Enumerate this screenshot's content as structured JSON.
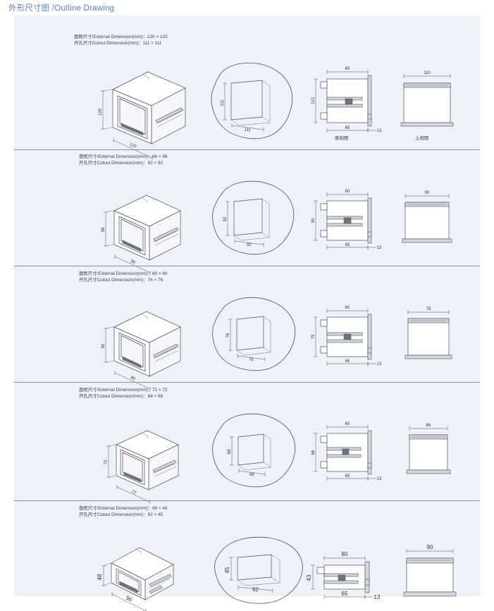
{
  "title": "外形尺寸图 /Outline Drawing",
  "colors": {
    "title": "#5b7fc4",
    "panel_bg": "#edf2f9",
    "separator": "#8a8f99",
    "line": "#4a4f57",
    "page_bg": "#ffffff"
  },
  "labels": {
    "external_prefix": "面框尺寸/External Dimension(mm)：",
    "cutout_prefix": "开孔尺寸Cutout Dimension(mm)：",
    "side_view": "侧视图",
    "top_view": "上视图"
  },
  "rows": [
    {
      "id": "row-120",
      "external": "120 × 120",
      "cutout": "111 × 111",
      "external_line": "面框尺寸/External Dimension(mm)：120 × 120",
      "cutout_line": "开孔尺寸Cutout Dimension(mm)：111 × 111",
      "iso": {
        "width_label": "120",
        "height_label": "120",
        "shape": "square"
      },
      "cutout_fig": {
        "width_label": "111",
        "height_label": "111"
      },
      "side_view": {
        "top": "60",
        "left": "110",
        "bottom": "65",
        "right": "13",
        "caption": "侧视图"
      },
      "top_view": {
        "width": "110",
        "caption": "上视图"
      }
    },
    {
      "id": "row-96",
      "external": "96 × 96",
      "cutout": "92 × 92",
      "external_line": "面框尺寸/External Dimension(mm)：96 × 96",
      "cutout_line": "开孔尺寸Cutout Dimension(mm)：92 × 92",
      "iso": {
        "width_label": "96",
        "height_label": "96",
        "shape": "square"
      },
      "cutout_fig": {
        "width_label": "92",
        "height_label": "92"
      },
      "side_view": {
        "top": "60",
        "left": "90",
        "bottom": "65",
        "right": "13",
        "caption": ""
      },
      "top_view": {
        "width": "90",
        "caption": ""
      }
    },
    {
      "id": "row-80",
      "external": "80 × 80",
      "cutout": "76 × 76",
      "external_line": "面框尺寸/External Dimension(mm)：80 × 80",
      "cutout_line": "开孔尺寸Cutout Dimension(mm)：76 × 76",
      "iso": {
        "width_label": "80",
        "height_label": "80",
        "shape": "square"
      },
      "cutout_fig": {
        "width_label": "76",
        "height_label": "76"
      },
      "side_view": {
        "top": "60",
        "left": "75",
        "bottom": "65",
        "right": "13",
        "caption": ""
      },
      "top_view": {
        "width": "75",
        "caption": ""
      }
    },
    {
      "id": "row-72",
      "external": "72 × 72",
      "cutout": "68 × 68",
      "external_line": "面框尺寸/External Dimension(mm)：72 × 72",
      "cutout_line": "开孔尺寸Cutout Dimension(mm)：68 × 68",
      "iso": {
        "width_label": "72",
        "height_label": "72",
        "shape": "square"
      },
      "cutout_fig": {
        "width_label": "68",
        "height_label": "68"
      },
      "side_view": {
        "top": "60",
        "left": "66",
        "bottom": "65",
        "right": "13",
        "caption": ""
      },
      "top_view": {
        "width": "66",
        "caption": ""
      }
    },
    {
      "id": "row-96x48",
      "external": "96 × 48",
      "cutout": "92 × 45",
      "external_line": "面框尺寸/External Dimension(mm)：96 × 48",
      "cutout_line": "开孔尺寸Cutout Dimension(mm)：92 × 45",
      "iso": {
        "width_label": "96",
        "height_label": "48",
        "shape": "wide"
      },
      "cutout_fig": {
        "width_label": "92",
        "height_label": "45"
      },
      "side_view": {
        "top": "80",
        "left": "43",
        "bottom": "65",
        "right": "13",
        "caption": ""
      },
      "top_view": {
        "width": "90",
        "caption": ""
      }
    }
  ]
}
